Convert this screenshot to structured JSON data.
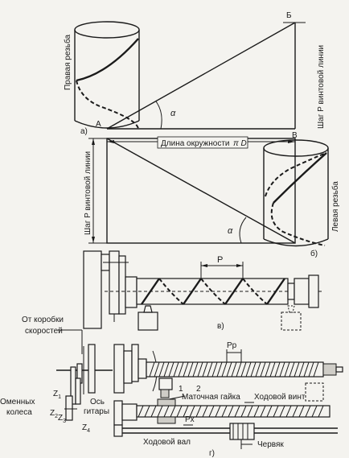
{
  "labels": {
    "right_thread": "Правая резьба",
    "pitch_top": "Шаг P винтовой линии",
    "pitch_mid": "Шаг P винтовой линии",
    "left_thread": "Левая резьба",
    "circumference": "Длина окружности",
    "pi_d": "π D",
    "point_a": "А",
    "point_b_top": "Б",
    "point_v": "В",
    "alpha": "α",
    "fig_a": "а)",
    "fig_b": "б)",
    "fig_v": "в)",
    "fig_g": "г)",
    "p_label": "P",
    "pp_label": "Pp",
    "px_label": "Px",
    "from_box_1": "От коробки",
    "from_box_2": "скоростей",
    "change_gears_1": "Оменных",
    "change_gears_2": "колеса",
    "axis_1": "Ось",
    "axis_2": "гитары",
    "nut": "Маточная гайка",
    "lead_screw": "Ходовой винт",
    "feed_shaft": "Ходовой вал",
    "worm": "Червяк",
    "num_1": "1",
    "num_2": "2",
    "z1": "Z",
    "z1_sub": "1",
    "z2": "Z",
    "z2_sub": "2",
    "z3": "Z",
    "z3_sub": "3",
    "z4": "Z",
    "z4_sub": "4"
  }
}
